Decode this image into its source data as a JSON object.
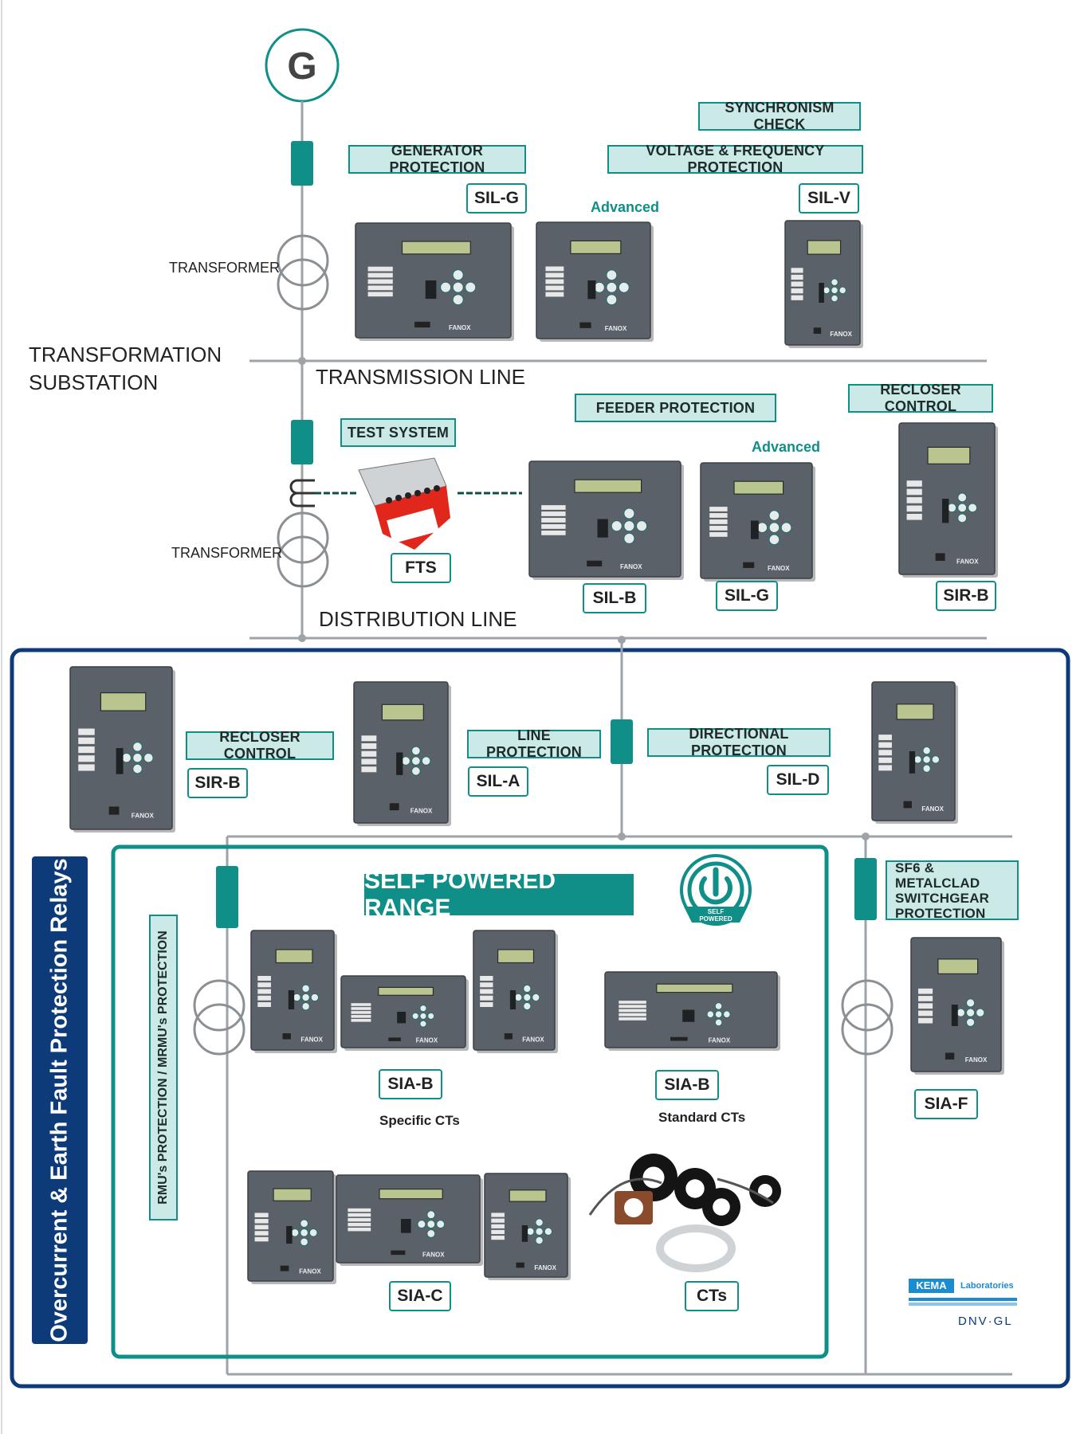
{
  "generator": {
    "symbol": "G"
  },
  "top": {
    "transformer1": "TRANSFORMER",
    "transformer2": "TRANSFORMER",
    "substation_line1": "TRANSFORMATION",
    "substation_line2": "SUBSTATION",
    "transmission_line": "TRANSMISSION LINE",
    "distribution_line": "DISTRIBUTION LINE",
    "generator_protection": "GENERATOR PROTECTION",
    "synchronism_check": "SYNCHRONISM CHECK",
    "voltage_frequency": "VOLTAGE & FREQUENCY PROTECTION",
    "sil_g_top": "SIL-G",
    "sil_v": "SIL-V",
    "advanced_1": "Advanced",
    "test_system": "TEST SYSTEM",
    "fts": "FTS",
    "feeder_protection": "FEEDER PROTECTION",
    "recloser_control": "RECLOSER CONTROL",
    "advanced_2": "Advanced",
    "sil_b": "SIL-B",
    "sil_g_mid": "SIL-G",
    "sir_b_top": "SIR-B"
  },
  "bottom": {
    "vertical_title": "Overcurrent & Earth Fault Protection Relays",
    "recloser_control": "RECLOSER CONTROL",
    "sir_b": "SIR-B",
    "line_protection": "LINE PROTECTION",
    "sil_a": "SIL-A",
    "directional_protection": "DIRECTIONAL PROTECTION",
    "sil_d": "SIL-D",
    "rmu_protection": "RMU's PROTECTION / MRMU's PROTECTION",
    "self_powered_range": "SELF POWERED RANGE",
    "self_powered_badge": "SELF POWERED",
    "sia_b_specific": "SIA-B",
    "specific_cts": "Specific CTs",
    "sia_b_standard": "SIA-B",
    "standard_cts": "Standard CTs",
    "sia_c": "SIA-C",
    "cts": "CTs",
    "sf6_line1": "SF6 & METALCLAD",
    "sf6_line2": "SWITCHGEAR",
    "sf6_line3": "PROTECTION",
    "sia_f": "SIA-F",
    "kema": "KEMA",
    "laboratories": "Laboratories",
    "dnvgl": "DNV·GL"
  },
  "device_brand": "FANOX",
  "colors": {
    "teal": "#0f8f88",
    "navy": "#0d3a78",
    "label_fill": "#cbe9e6",
    "device": "#5b6168"
  }
}
